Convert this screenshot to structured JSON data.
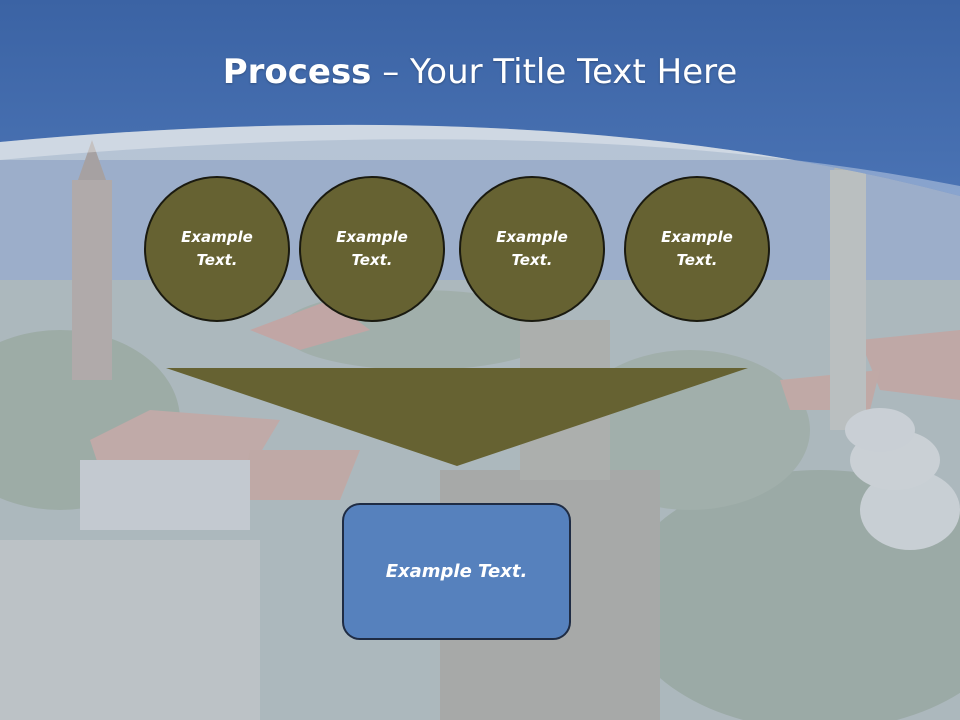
{
  "slide": {
    "title_bold": "Process",
    "title_rest": " – Your Title Text Here",
    "circles": [
      {
        "line1": "Example",
        "line2": "Text."
      },
      {
        "line1": "Example",
        "line2": "Text."
      },
      {
        "line1": "Example",
        "line2": "Text."
      },
      {
        "line1": "Example",
        "line2": "Text."
      }
    ],
    "result_label": "Example Text."
  },
  "colors": {
    "header_blue": "#3a66a8",
    "circle_fill": "#666232",
    "arrow_fill": "#666232",
    "box_fill": "#5681bd",
    "text": "#ffffff"
  }
}
